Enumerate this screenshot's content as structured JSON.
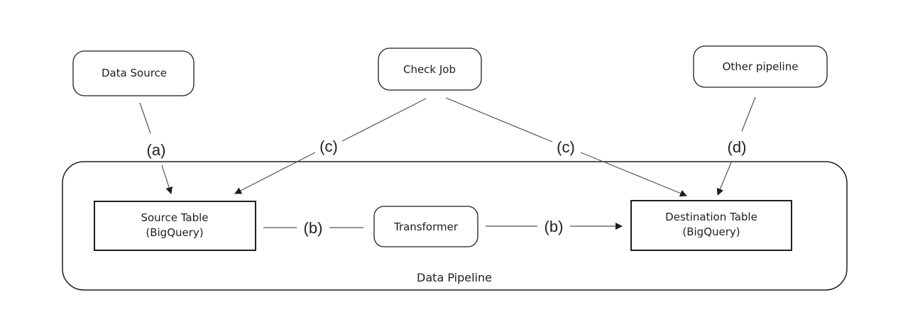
{
  "nodes": {
    "data_source": "Data Source",
    "check_job": "Check Job",
    "other_pipeline": "Other pipeline",
    "source_table": [
      "Source Table",
      "(BigQuery)"
    ],
    "transformer": "Transformer",
    "destination_table": [
      "Destination Table",
      "(BigQuery)"
    ]
  },
  "container": {
    "label": "Data Pipeline"
  },
  "edges": {
    "a": "(a)",
    "b_left": "(b)",
    "b_right": "(b)",
    "c_left": "(c)",
    "c_right": "(c)",
    "d": "(d)"
  },
  "colors": {
    "stroke": "#1e1e1e",
    "line": "#555555",
    "background": "#ffffff"
  }
}
